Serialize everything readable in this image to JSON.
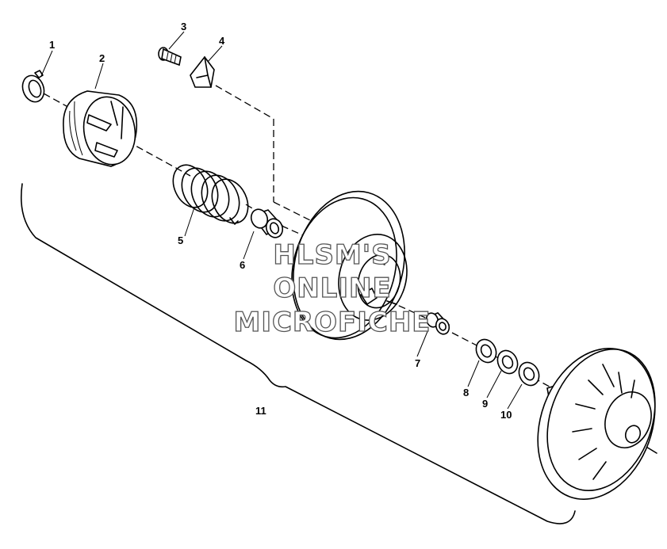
{
  "callouts": [
    {
      "id": "1",
      "text": "1"
    },
    {
      "id": "2",
      "text": "2"
    },
    {
      "id": "3",
      "text": "3"
    },
    {
      "id": "4",
      "text": "4"
    },
    {
      "id": "5",
      "text": "5"
    },
    {
      "id": "6",
      "text": "6"
    },
    {
      "id": "7",
      "text": "7"
    },
    {
      "id": "8",
      "text": "8"
    },
    {
      "id": "9",
      "text": "9"
    },
    {
      "id": "10",
      "text": "10"
    },
    {
      "id": "11",
      "text": "11"
    }
  ],
  "watermark": {
    "line1": "HLSM'S",
    "line2": "ONLINE",
    "line3": "MICROFICHE"
  }
}
